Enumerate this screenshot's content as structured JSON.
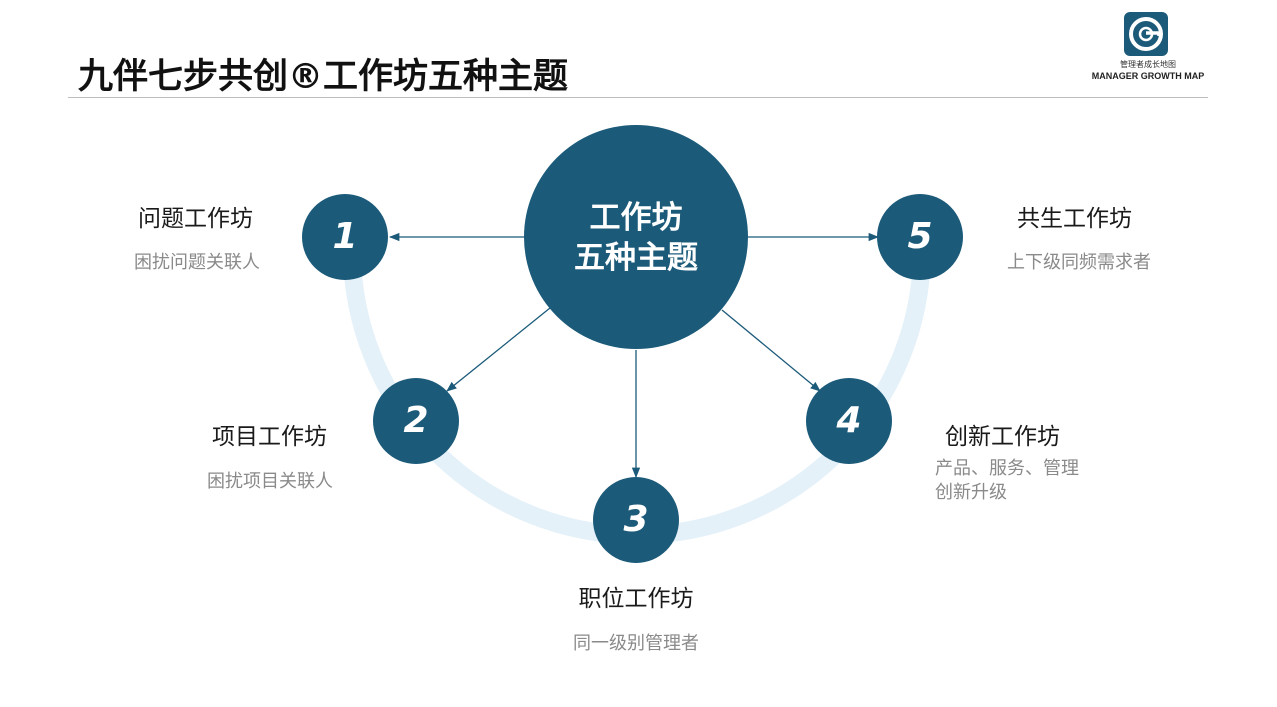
{
  "title": "九伴七步共创®工作坊五种主题",
  "logo": {
    "cn": "管理者成长地图",
    "en": "MANAGER GROWTH MAP",
    "brand_color": "#1b5a79"
  },
  "colors": {
    "node": "#1b5a79",
    "arc": "#e4f1f9",
    "arrow": "#1b5a79"
  },
  "center": {
    "line1": "工作坊",
    "line2": "五种主题"
  },
  "nodes": [
    {
      "number": "1",
      "label": "问题工作坊",
      "desc": "困扰问题关联人"
    },
    {
      "number": "2",
      "label": "项目工作坊",
      "desc": "困扰项目关联人"
    },
    {
      "number": "3",
      "label": "职位工作坊",
      "desc": "同一级别管理者"
    },
    {
      "number": "4",
      "label": "创新工作坊",
      "desc_line1": "产品、服务、管理",
      "desc_line2": "创新升级"
    },
    {
      "number": "5",
      "label": "共生工作坊",
      "desc": "上下级同频需求者"
    }
  ]
}
